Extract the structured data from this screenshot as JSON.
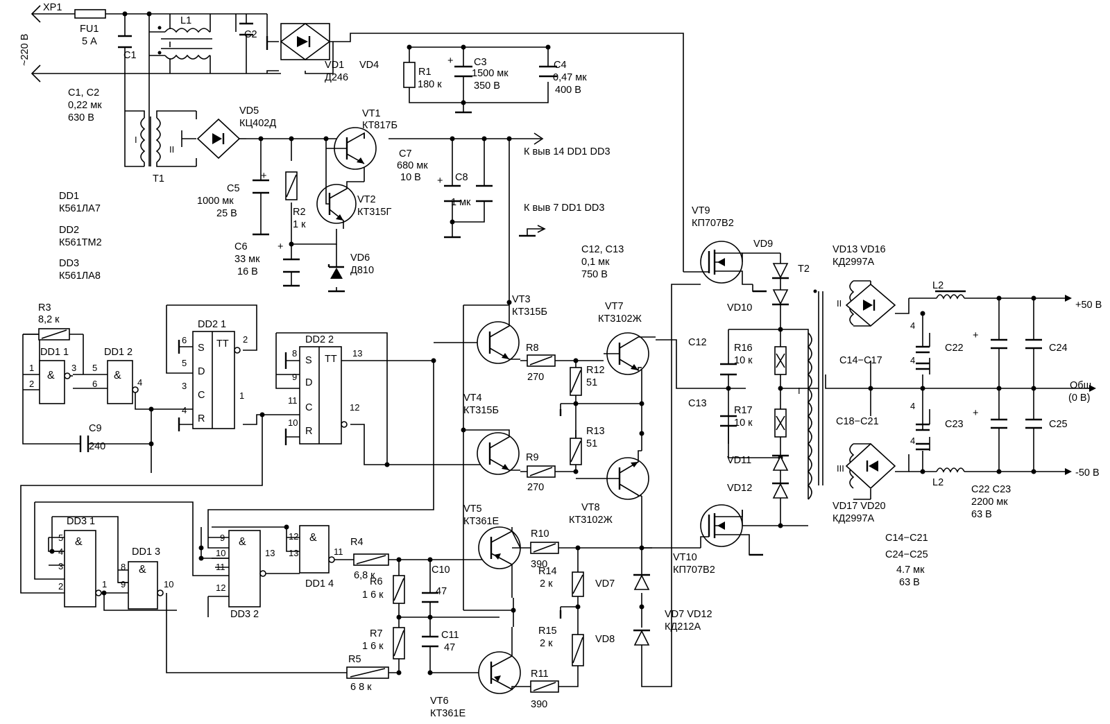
{
  "power_input": {
    "connector": "XP1",
    "voltage": "~220 В",
    "fuse": "FU1",
    "fuse_rating": "5 А"
  },
  "filter": {
    "C1": "C1",
    "L1": "L1",
    "C2": "C2",
    "note_c1c2": "C1, C2",
    "note_c1c2_value": "0,22 мк",
    "note_c1c2_voltage": "630 В"
  },
  "bridge_main": {
    "name": "VD1",
    "name2": "VD4",
    "type": "Д246"
  },
  "bulk": {
    "R1": "R1",
    "R1_value": "180 к",
    "C3": "C3",
    "C3_value": "1500 мк",
    "C3_voltage": "350 В",
    "C4": "C4",
    "C4_value": "0,47 мк",
    "C4_voltage": "400 В"
  },
  "aux_supply": {
    "T1": "T1",
    "winding_I": "I",
    "winding_II": "II",
    "VD5": "VD5",
    "VD5_type": "КЦ402Д",
    "VT1": "VT1",
    "VT1_type": "КТ817Б",
    "VT2": "VT2",
    "VT2_type": "КТ315Г",
    "C5": "C5",
    "C5_value": "1000 мк",
    "C5_voltage": "25 В",
    "R2": "R2",
    "R2_value": "1 к",
    "C6": "C6",
    "C6_value": "33 мк",
    "C6_voltage": "16 В",
    "VD6": "VD6",
    "VD6_type": "Д810",
    "C7": "C7",
    "C7_value": "680 мк",
    "C7_voltage": "10 В",
    "C8": "C8",
    "C8_value": "1 мк",
    "to_pin14": "К выв 14 DD1  DD3",
    "to_pin7": "К выв 7 DD1  DD3"
  },
  "ic_list": {
    "DD1": "DD1",
    "DD1_type": "К561ЛА7",
    "DD2": "DD2",
    "DD2_type": "К561ТМ2",
    "DD3": "DD3",
    "DD3_type": "К561ЛА8"
  },
  "logic": {
    "R3": "R3",
    "R3_value": "8,2 к",
    "DD1_1": "DD1 1",
    "DD1_2": "DD1 2",
    "DD1_3": "DD1 3",
    "DD1_4": "DD1 4",
    "DD2_1": "DD2 1",
    "DD2_2": "DD2 2",
    "DD3_1": "DD3 1",
    "DD3_2": "DD3 2",
    "and_sym": "&",
    "tt_sym": "TT",
    "S": "S",
    "D": "D",
    "C": "C",
    "R": "R",
    "C9": "C9",
    "C9_value": "240"
  },
  "pins": {
    "p1": "1",
    "p2": "2",
    "p3": "3",
    "p4": "4",
    "p5": "5",
    "p6": "6",
    "p8": "8",
    "p9": "9",
    "p10": "10",
    "p11": "11",
    "p12": "12",
    "p13": "13"
  },
  "driver": {
    "VT3": "VT3",
    "VT3_type": "КТ315Б",
    "VT4": "VT4",
    "VT4_type": "КТ315Б",
    "VT5": "VT5",
    "VT5_type": "КТ361Е",
    "VT6": "VT6",
    "VT6_type": "КТ361Е",
    "VT7": "VT7",
    "VT7_type": "КТ3102Ж",
    "VT8": "VT8",
    "VT8_type": "КТ3102Ж",
    "R4": "R4",
    "R4_value": "6,8 к",
    "R5": "R5",
    "R5_value": "6 8 к",
    "R6": "R6",
    "R6_value": "1 6 к",
    "R7": "R7",
    "R7_value": "1 6 к",
    "R8": "R8",
    "R8_value": "270",
    "R9": "R9",
    "R9_value": "270",
    "R10": "R10",
    "R10_value": "390",
    "R11": "R11",
    "R11_value": "390",
    "R12": "R12",
    "R12_value": "51",
    "R13": "R13",
    "R13_value": "51",
    "R14": "R14",
    "R14_value": "2 к",
    "R15": "R15",
    "R15_value": "2 к",
    "C10": "C10",
    "C10_value": "47",
    "C11": "C11",
    "C11_value": "47",
    "VD7": "VD7",
    "VD8": "VD8",
    "VD7_VD12": "VD7  VD12",
    "VD7_VD12_type": "КД212А"
  },
  "power_stage": {
    "VT9": "VT9",
    "VT9_type": "КП707В2",
    "VT10": "VT10",
    "VT10_type": "КП707В2",
    "VD9": "VD9",
    "VD10": "VD10",
    "VD11": "VD11",
    "VD12": "VD12",
    "C12": "C12",
    "C13": "C13",
    "C12_C13": "C12, C13",
    "C12_C13_value": "0,1 мк",
    "C12_C13_voltage": "750 В",
    "R16": "R16",
    "R16_value": "10 к",
    "R17": "R17",
    "R17_value": "10 к",
    "T2": "T2",
    "winding_I": "I",
    "winding_II": "II",
    "winding_III": "III"
  },
  "output": {
    "VD13_VD16": "VD13  VD16",
    "VD13_type": "КД2997А",
    "VD17_VD20": "VD17   VD20",
    "VD17_type": "КД2997А",
    "L2": "L2",
    "C14_C17": "C14−C17",
    "C18_C21": "C18−C21",
    "cap_mark": "4",
    "C22": "C22",
    "C23": "C23",
    "C24": "C24",
    "C25": "C25",
    "C22_C23": "C22  C23",
    "C22_C23_value": "2200 мк",
    "C22_C23_voltage": "63 В",
    "C14_C21": "C14−C21",
    "C24_C25": "C24−C25",
    "small_caps_value": "4.7 мк",
    "small_caps_voltage": "63 В",
    "plus50": "+50 В",
    "common": "Общ",
    "common_v": "(0 В)",
    "minus50": "-50 В"
  }
}
